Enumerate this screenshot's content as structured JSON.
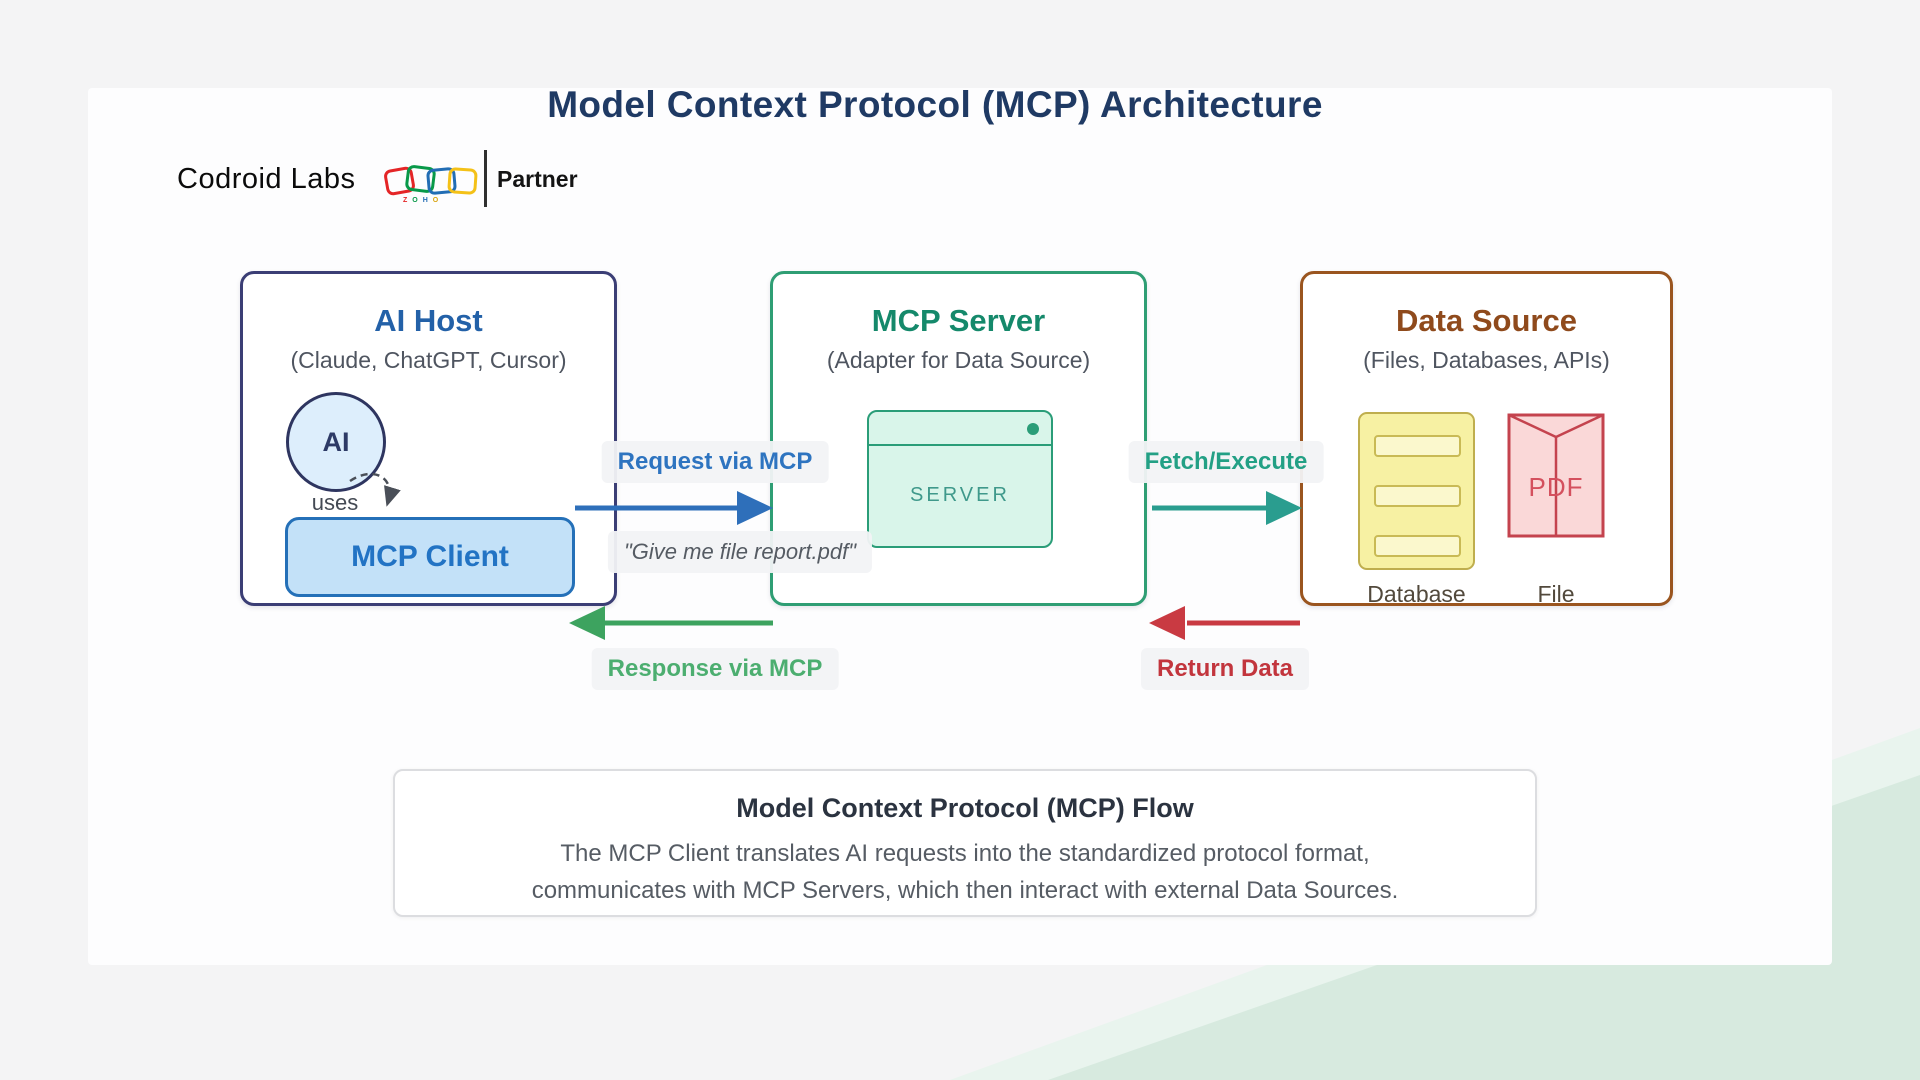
{
  "page": {
    "title": "Model Context Protocol (MCP) Architecture"
  },
  "brand": {
    "name": "Codroid Labs",
    "partner_label": "Partner",
    "zoho_letters": [
      "Z",
      "O",
      "H",
      "O"
    ]
  },
  "diagram": {
    "ai_host": {
      "title": "AI Host",
      "subtitle": "(Claude, ChatGPT, Cursor)",
      "ai_label": "AI",
      "uses_label": "uses",
      "client_label": "MCP Client"
    },
    "mcp_server": {
      "title": "MCP Server",
      "subtitle": "(Adapter for Data Source)",
      "server_label": "SERVER"
    },
    "data_source": {
      "title": "Data Source",
      "subtitle": "(Files, Databases, APIs)",
      "pdf_label": "PDF",
      "database_label": "Database",
      "file_label": "File"
    },
    "arrows": {
      "request_label": "Request via MCP",
      "request_quote": "\"Give me file report.pdf\"",
      "fetch_label": "Fetch/Execute",
      "response_label": "Response via MCP",
      "return_label": "Return Data"
    }
  },
  "flow_summary": {
    "title": "Model Context Protocol (MCP) Flow",
    "line1": "The MCP Client translates AI requests into the standardized protocol format,",
    "line2": "communicates with MCP Servers, which then interact with external Data Sources."
  },
  "colors": {
    "request_blue": "#2e6fba",
    "fetch_teal": "#2a9d8f",
    "response_green": "#3da35f",
    "return_red": "#c93a42",
    "dashed_gray": "#4a4f58",
    "mint_accent": "#d7eadf",
    "title_navy": "#1f3a64"
  }
}
